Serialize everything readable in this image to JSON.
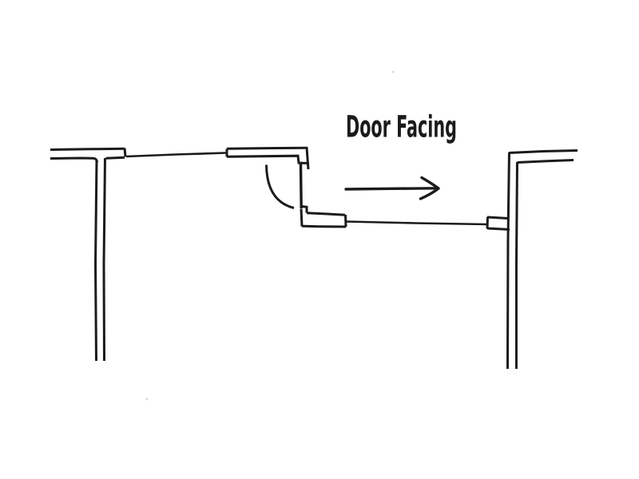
{
  "label": {
    "text": "Door Facing"
  },
  "arrow": {
    "direction": "right"
  },
  "diagram": {
    "type": "hand-drawn floor plan sketch of a doorway with swing arc"
  },
  "colors": {
    "ink": "#1b1b1b",
    "background": "#ffffff"
  }
}
